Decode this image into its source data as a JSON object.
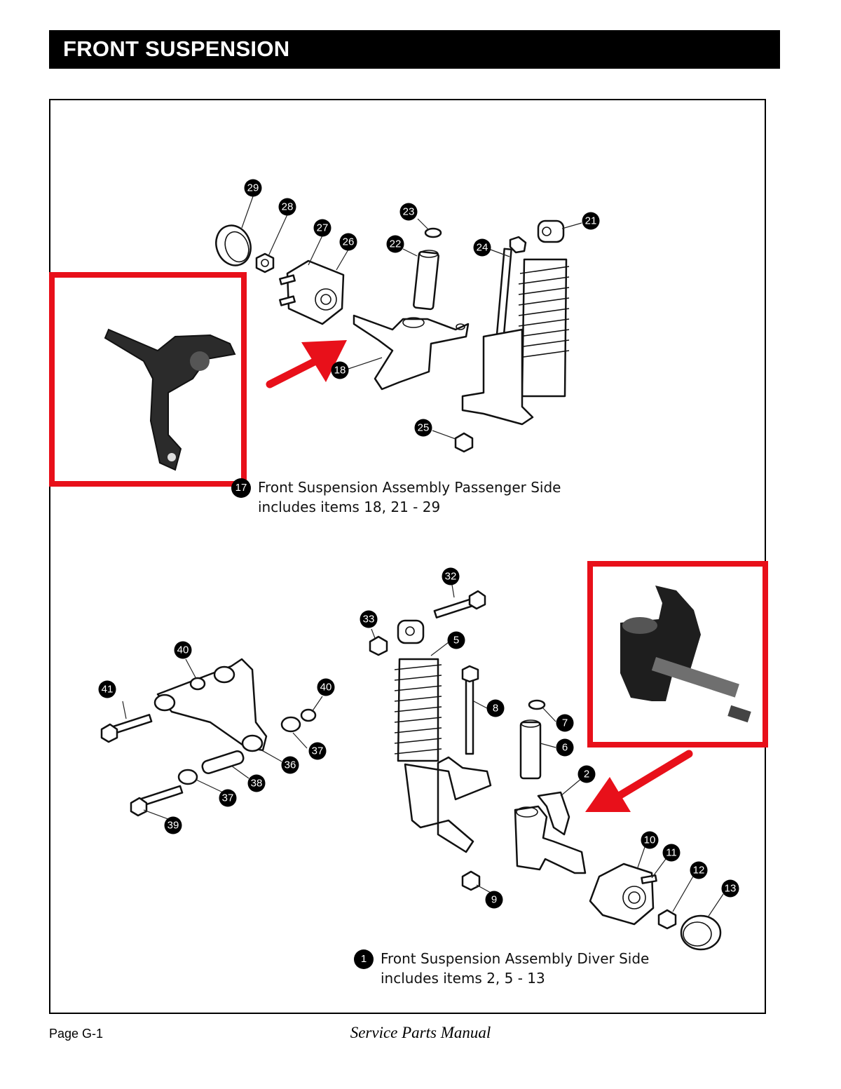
{
  "header": {
    "title": "FRONT SUSPENSION"
  },
  "assemblies": {
    "passenger": {
      "number": "17",
      "line1": "Front Suspension Assembly Passenger Side",
      "line2": "includes items 18, 21 - 29"
    },
    "driver": {
      "number": "1",
      "line1": "Front Suspension Assembly Diver Side",
      "line2": "includes items 2, 5 - 13"
    }
  },
  "callouts": [
    "29",
    "28",
    "27",
    "26",
    "23",
    "22",
    "24",
    "21",
    "18",
    "25",
    "32",
    "33",
    "5",
    "40",
    "41",
    "8",
    "7",
    "6",
    "37",
    "36",
    "38",
    "2",
    "10",
    "11",
    "12",
    "13",
    "9",
    "39"
  ],
  "highlight_color": "#e8101a",
  "footer": {
    "page": "Page  G-1",
    "manual": "Service Parts Manual"
  }
}
